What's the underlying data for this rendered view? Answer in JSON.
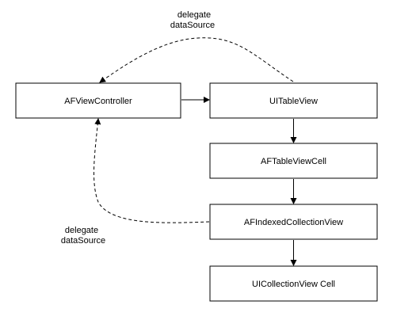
{
  "nodes": {
    "view_controller": "AFViewController",
    "table_view": "UITableView",
    "table_view_cell": "AFTableViewCell",
    "indexed_collection_view": "AFIndexedCollectionView",
    "collection_view_cell": "UICollectionView Cell"
  },
  "edge_labels": {
    "top": {
      "line1": "delegate",
      "line2": "dataSource"
    },
    "left": {
      "line1": "delegate",
      "line2": "dataSource"
    }
  },
  "colors": {
    "stroke": "#000000",
    "fill": "#ffffff",
    "text": "#000000"
  }
}
